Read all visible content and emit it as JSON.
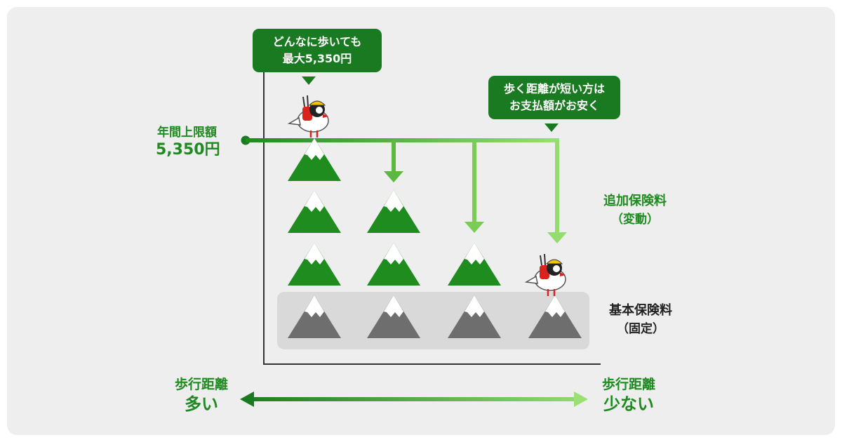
{
  "bubbles": {
    "max_line1": "どんなに歩いても",
    "max_line2": "最大5,350円",
    "short_line1": "歩く距離が短い方は",
    "short_line2": "お支払額がお安く"
  },
  "labels": {
    "cap_title": "年間上限額",
    "cap_value": "5,350円",
    "additional": "追加保険料",
    "additional_note": "（変動）",
    "base": "基本保険料",
    "base_note": "（固定）",
    "left_top": "歩行距離",
    "left_bottom": "多い",
    "right_top": "歩行距離",
    "right_bottom": "少ない"
  },
  "colors": {
    "green_dark": "#1a7a21",
    "green_mountain": "#1e8c1e",
    "green_light": "#8fdc6a",
    "gray_mountain": "#6e6e6e",
    "base_band": "#d9d9d9",
    "accent_red": "#d9231f",
    "helmet_yellow": "#f5c400"
  },
  "diagram": {
    "columns": [
      {
        "green_mountains": 3,
        "gray_mountains": 1
      },
      {
        "green_mountains": 2,
        "gray_mountains": 1
      },
      {
        "green_mountains": 1,
        "gray_mountains": 1
      },
      {
        "green_mountains": 0,
        "gray_mountains": 1
      }
    ],
    "icons": [
      "mountain-icon",
      "mascot-hiker-icon",
      "double-arrow-icon"
    ]
  }
}
